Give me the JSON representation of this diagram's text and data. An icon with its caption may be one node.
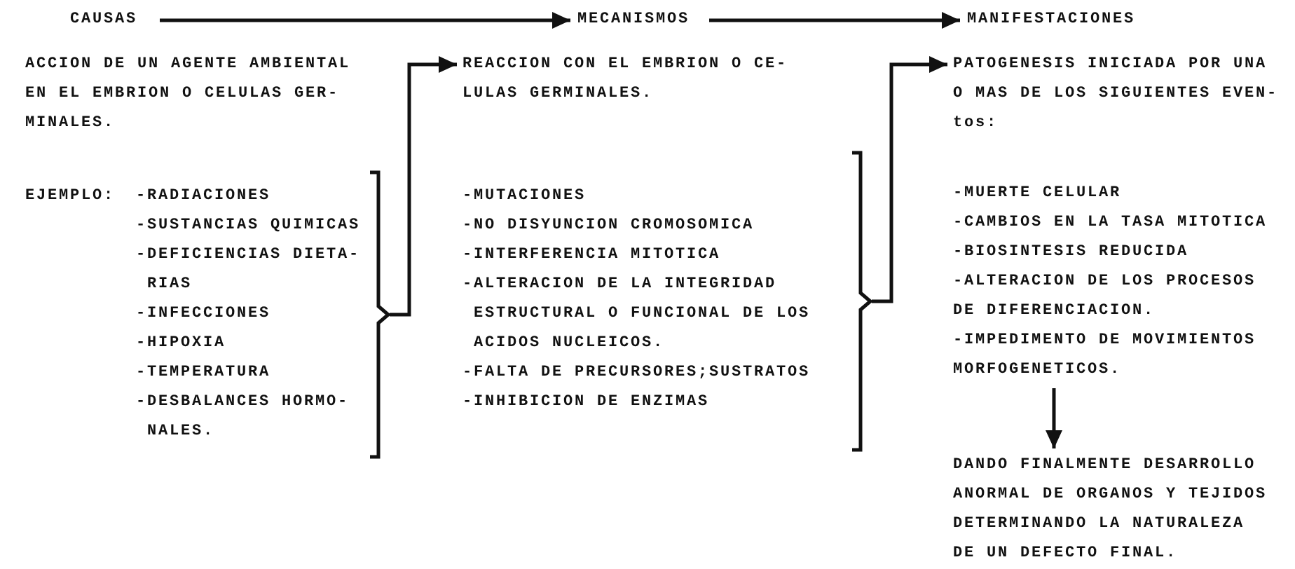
{
  "diagram": {
    "nodes": [
      {
        "text": [
          "CAUSAS"
        ]
      },
      {
        "text": [
          "MECANISMOS"
        ]
      },
      {
        "text": [
          "MANIFESTACIONES"
        ]
      },
      {
        "text": [
          "ACCION DE UN AGENTE AMBIENTAL EN EL EMBRION O CELULAS GER- MINALES."
        ]
      },
      {
        "text": [
          "EJEMPLO:",
          "-RADIACIONES",
          "-SUSTANCIAS QUIMICAS",
          "-DEFICIENCIAS DIETA- RIAS",
          "-INFECCIONES",
          "-HIPOXIA",
          "-TEMPERATURA",
          "-DESBALANCES HORMO- NALES."
        ]
      },
      {
        "text": [
          "REACCION CON EL EMBRION O CE- LULAS GERMINALES."
        ]
      },
      {
        "text": [
          "-MUTACIONES",
          "-NO DISYUNCION CROMOSOMICA",
          "-INTERFERENCIA MITOTICA",
          "-ALTERACION DE LA INTEGRIDAD ESTRUCTURAL O FUNCIONAL DE LOS ACIDOS NUCLEICOS.",
          "-FALTA DE PRECURSORES;SUSTRATOS",
          "-INHIBICION DE ENZIMAS"
        ]
      },
      {
        "text": [
          "PATOGENESIS INICIADA POR UNA O MAS DE LOS SIGUIENTES EVEN- tos:"
        ]
      },
      {
        "text": [
          "-MUERTE CELULAR",
          "-CAMBIOS EN LA TASA MITOTICA",
          "-BIOSINTESIS REDUCIDA",
          "-ALTERACION DE LOS PROCESOS DE DIFERENCIACION.",
          "-IMPEDIMENTO DE MOVIMIENTOS MORFOGENETICOS."
        ]
      },
      {
        "text": [
          "DANDO FINALMENTE DESARROLLO ANORMAL DE ORGANOS Y TEJIDOS DETERMINANDO LA NATURALEZA DE UN DEFECTO FINAL."
        ]
      }
    ],
    "edges": [
      {
        "from": 0,
        "to": 1,
        "arrow": "to"
      },
      {
        "from": 1,
        "to": 2,
        "arrow": "to"
      },
      {
        "from": 4,
        "to": 5,
        "arrow": "to"
      },
      {
        "from": 6,
        "to": 7,
        "arrow": "to"
      },
      {
        "from": 8,
        "to": 9,
        "arrow": "to"
      }
    ]
  }
}
